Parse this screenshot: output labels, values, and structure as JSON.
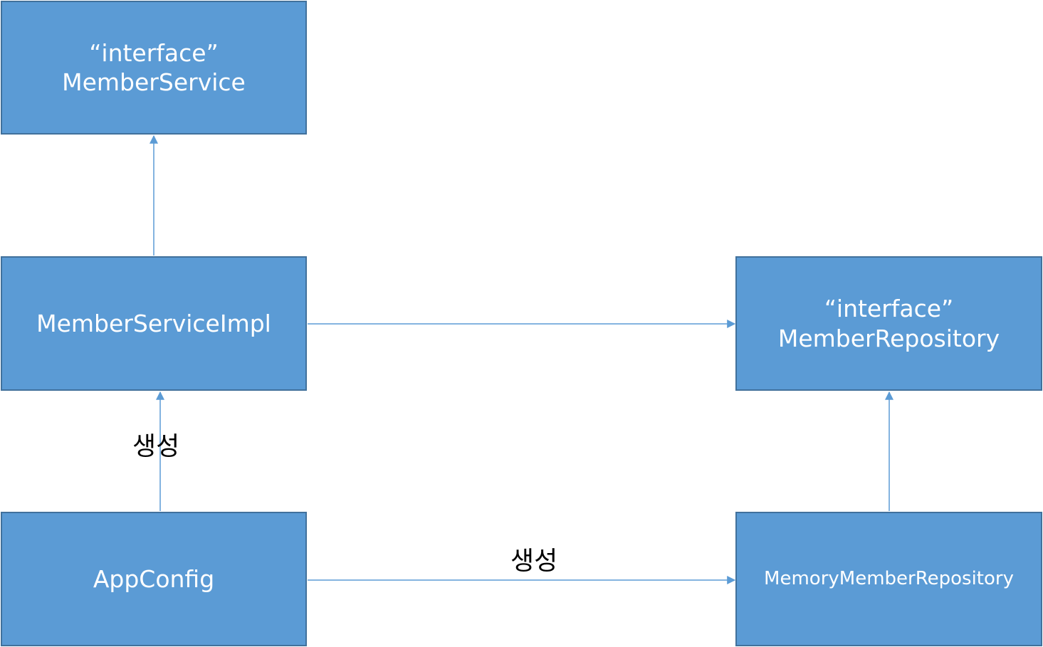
{
  "boxes": {
    "member_service": {
      "stereotype": "“interface”",
      "name": "MemberService"
    },
    "member_service_impl": {
      "name": "MemberServiceImpl"
    },
    "member_repository": {
      "stereotype": "“interface”",
      "name": "MemberRepository"
    },
    "app_config": {
      "name": "AppConfig"
    },
    "memory_member_repository": {
      "name": "MemoryMemberRepository"
    }
  },
  "labels": {
    "create_impl": "생성",
    "create_repo": "생성"
  },
  "colors": {
    "box_fill": "#5b9bd5",
    "box_border": "#41719c",
    "connector": "#5b9bd5",
    "box_text": "#ffffff",
    "label_text": "#000000"
  }
}
